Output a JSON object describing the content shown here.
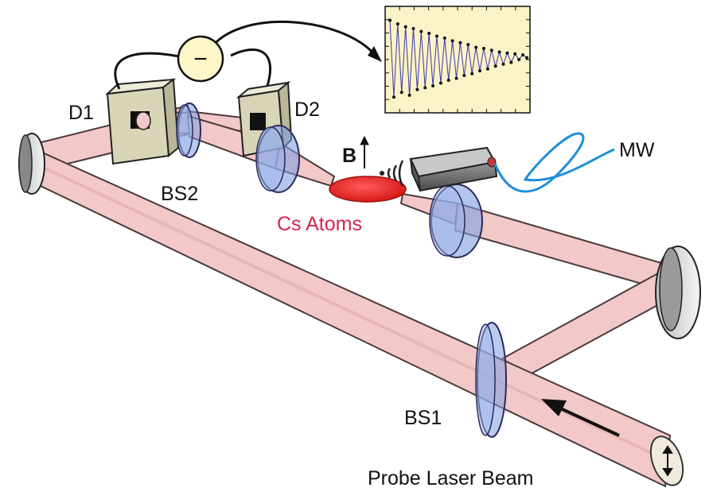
{
  "labels": {
    "d1": "D1",
    "d2": "D2",
    "bs1": "BS1",
    "bs2": "BS2",
    "cs_atoms": "Cs Atoms",
    "mw": "MW",
    "b_field": "B",
    "probe_beam": "Probe Laser Beam",
    "meter_symbol": "−"
  },
  "signal_trace": [
    0.92,
    0.1,
    0.88,
    0.15,
    0.85,
    0.12,
    0.83,
    0.18,
    0.8,
    0.2,
    0.78,
    0.22,
    0.75,
    0.25,
    0.73,
    0.28,
    0.7,
    0.3,
    0.68,
    0.33,
    0.66,
    0.35,
    0.63,
    0.38,
    0.62,
    0.4,
    0.6,
    0.43,
    0.58,
    0.45,
    0.57,
    0.47,
    0.56,
    0.5,
    0.55,
    0.52
  ],
  "colors": {
    "beam": "#f2c8c8",
    "beam_edge": "#4a3a3a",
    "lens": "#7f9fe0",
    "cs_cloud": "#e8242a",
    "cs_label": "#d8244a",
    "mw_cable": "#1f8fd8",
    "detector": "#d9d6b8",
    "meter": "#fdf6c8",
    "plot_bg": "#fbf2c8",
    "trace": "#3a3aa0"
  }
}
